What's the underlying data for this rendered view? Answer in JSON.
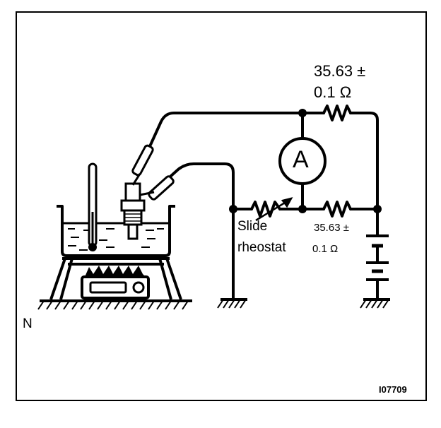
{
  "labels": {
    "top_resistor_value": "35.63 ±",
    "top_resistor_tol": "0.1 Ω",
    "ammeter_symbol": "A",
    "rheostat_line1": "Slide",
    "rheostat_line2": "rheostat",
    "right_resistor_value": "35.63 ±",
    "right_resistor_tol": "0.1 Ω",
    "corner_mark": "N",
    "figure_code": "I07709"
  }
}
